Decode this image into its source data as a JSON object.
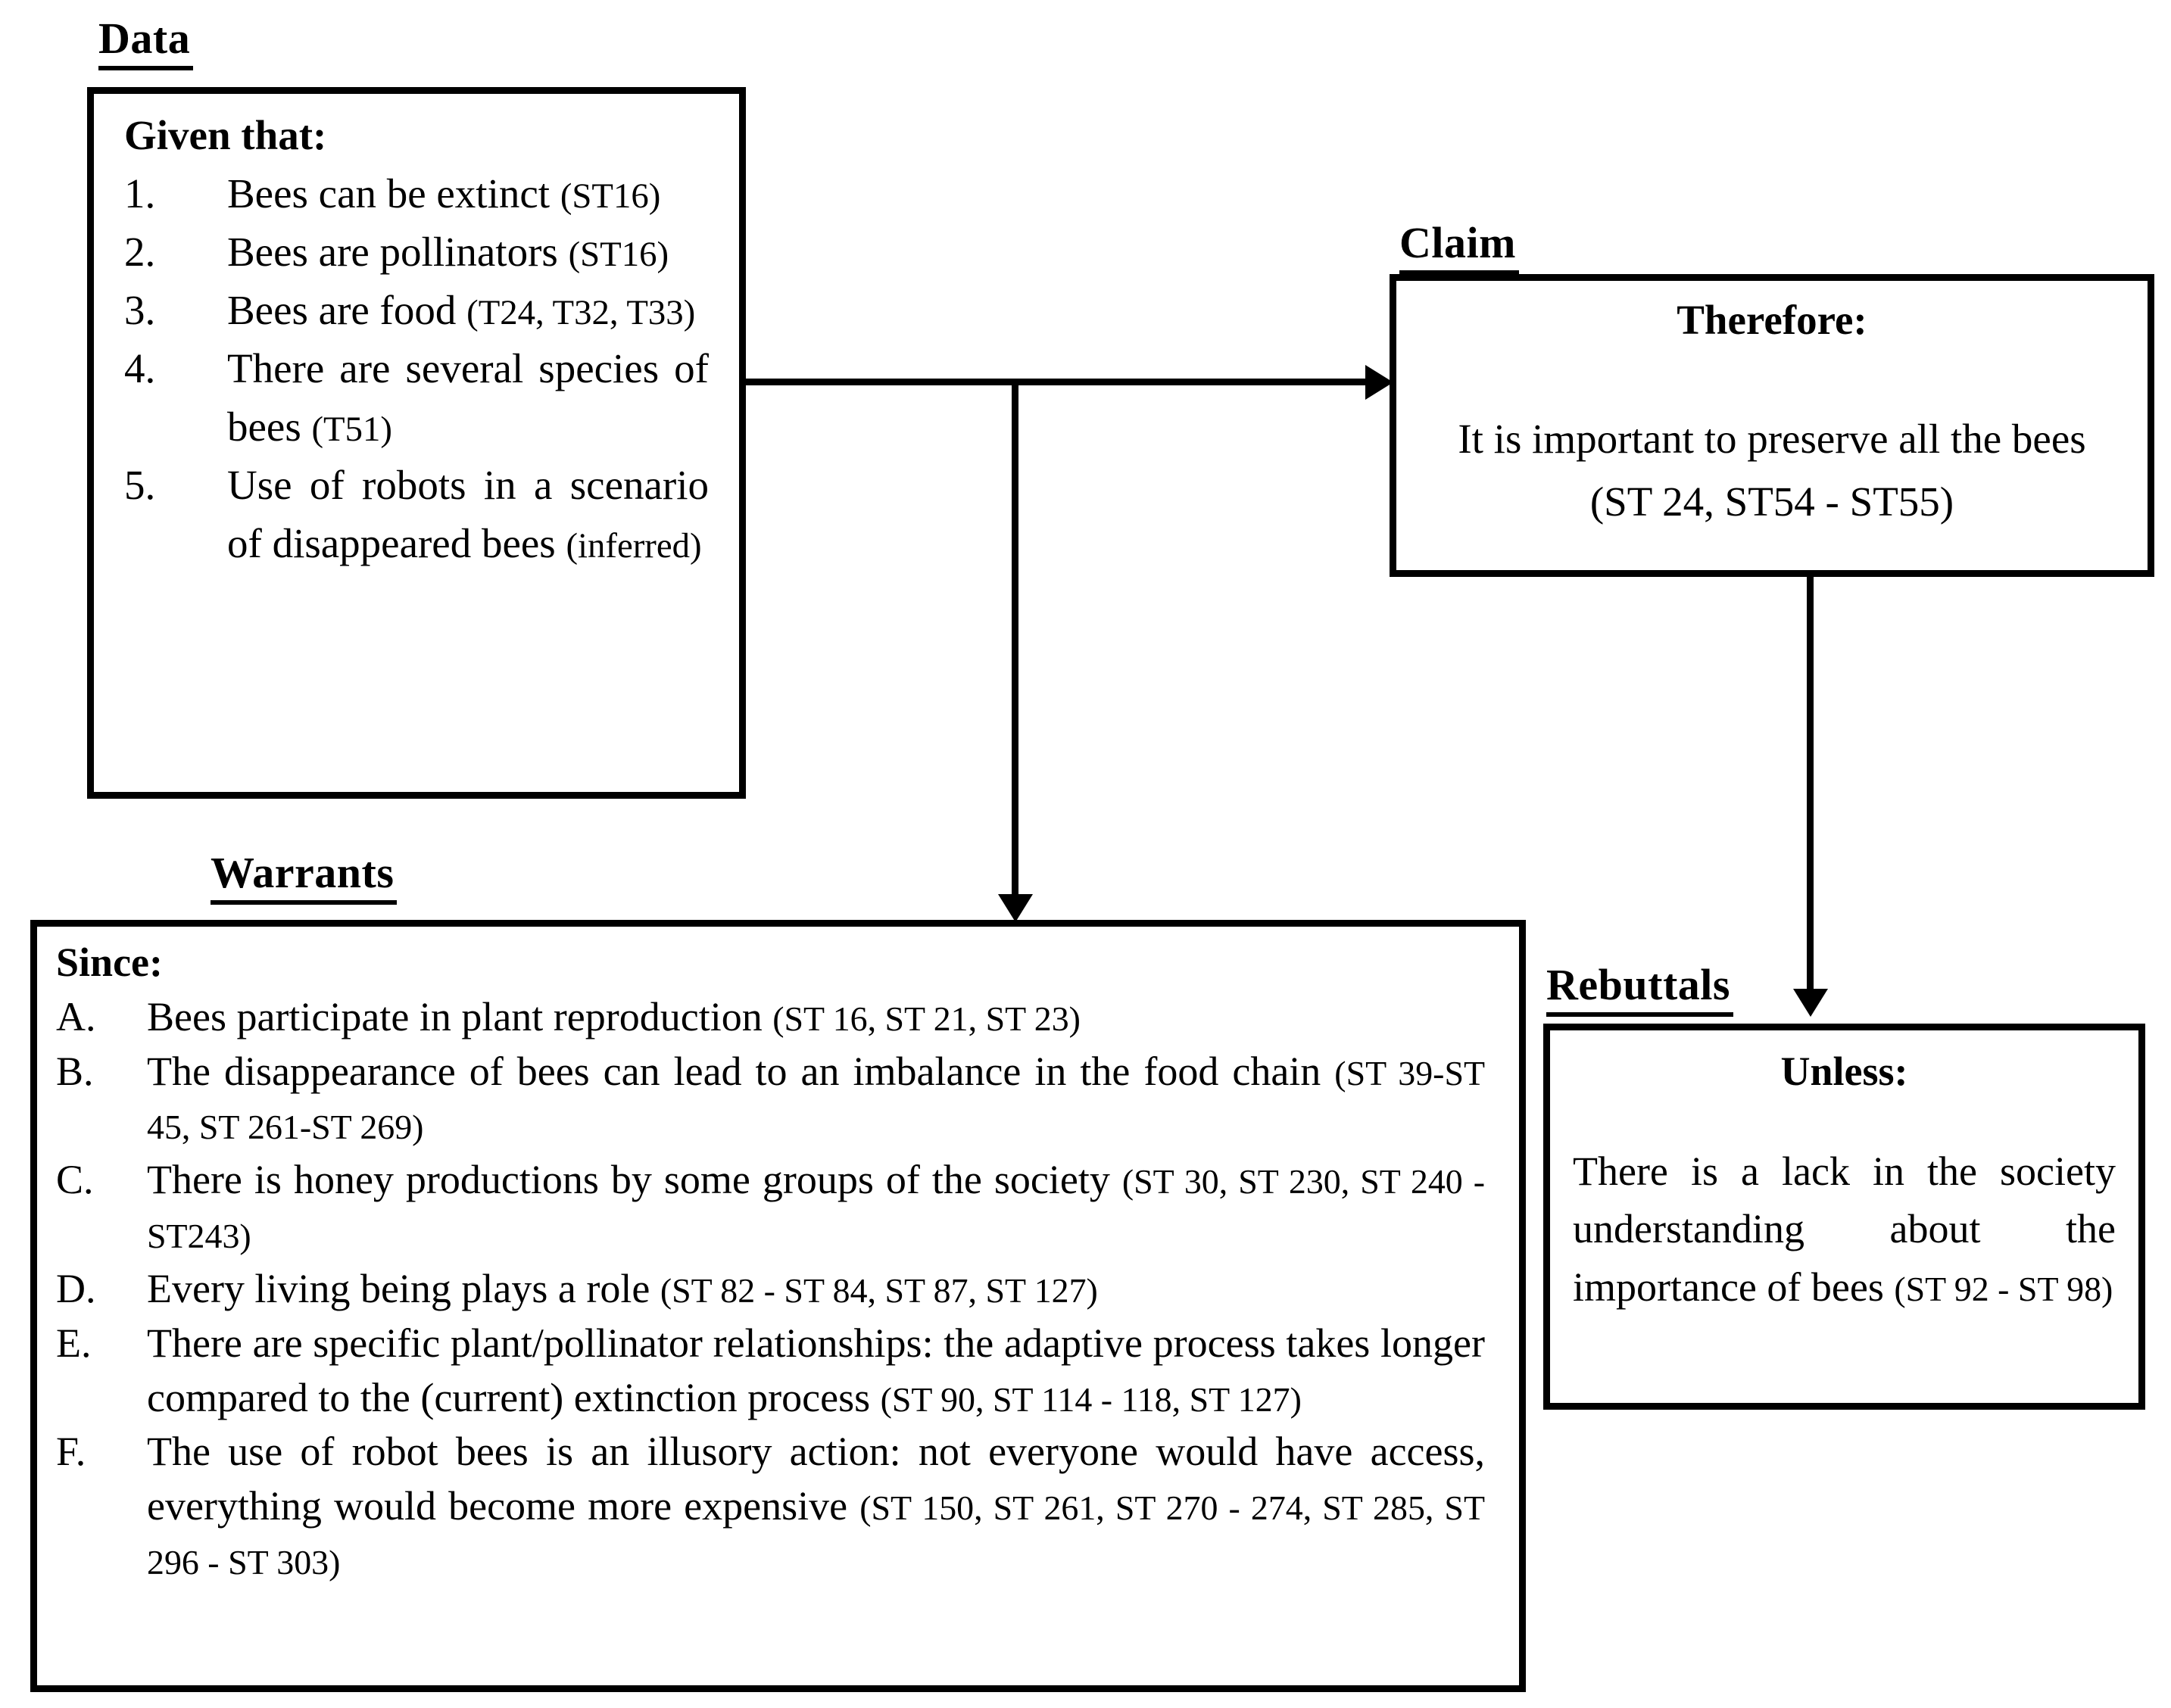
{
  "page": {
    "background": "#ffffff",
    "ink": "#000000"
  },
  "sections": {
    "data": {
      "label": "Data",
      "heading": "Given that:",
      "items": [
        {
          "marker": "1.",
          "text": "Bees can be extinct",
          "cite": "(ST16)"
        },
        {
          "marker": "2.",
          "text": "Bees are pollinators",
          "cite": "(ST16)"
        },
        {
          "marker": "3.",
          "text": "Bees are food",
          "cite": "(T24, T32, T33)"
        },
        {
          "marker": "4.",
          "text": "There are several species of bees",
          "cite": "(T51)"
        },
        {
          "marker": "5.",
          "text": "Use of robots in a scenario of disappeared bees",
          "cite": "(inferred)"
        }
      ]
    },
    "claim": {
      "label": "Claim",
      "heading": "Therefore:",
      "text": "It is important to preserve all the bees",
      "cite": "(ST 24, ST54 - ST55)"
    },
    "warrants": {
      "label": "Warrants",
      "heading": "Since:",
      "items": [
        {
          "marker": "A.",
          "text": "Bees participate in plant reproduction",
          "cite": "(ST 16, ST 21, ST 23)"
        },
        {
          "marker": "B.",
          "text": "The disappearance of bees can lead to an imbalance in the food chain",
          "cite": "(ST 39-ST 45, ST 261-ST 269)"
        },
        {
          "marker": "C.",
          "text": "There is honey productions by some groups of the society",
          "cite": "(ST 30, ST 230, ST 240 - ST243)"
        },
        {
          "marker": "D.",
          "text": "Every living being plays a role",
          "cite": "(ST 82 - ST 84, ST 87, ST 127)"
        },
        {
          "marker": "E.",
          "text": "There are specific plant/pollinator relationships: the adaptive process takes longer compared to the (current) extinction process",
          "cite": "(ST 90, ST 114 - 118, ST 127)"
        },
        {
          "marker": "F.",
          "text": "The use of robot bees is an illusory action: not everyone would have access, everything would become more expensive",
          "cite": "(ST 150, ST 261, ST 270 - 274, ST 285, ST 296 - ST 303)"
        }
      ]
    },
    "rebuttals": {
      "label": "Rebuttals",
      "heading": "Unless:",
      "text": "There is a lack in the society understanding about the importance of bees",
      "cite": "(ST 92 - ST 98)"
    }
  }
}
